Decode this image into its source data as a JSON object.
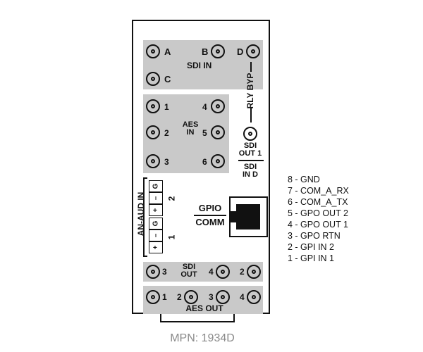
{
  "sdi_in": {
    "title": "SDI IN",
    "connectors": {
      "a": "A",
      "b": "B",
      "c": "C",
      "d": "D"
    }
  },
  "relay_bypass": "RLY BYP",
  "aes_in": {
    "title_line1": "AES",
    "title_line2": "IN",
    "connectors": [
      "1",
      "2",
      "3",
      "4",
      "5",
      "6"
    ]
  },
  "sdi_out1": {
    "line1": "SDI",
    "line2": "OUT 1"
  },
  "sdi_in_d": {
    "line1": "SDI",
    "line2": "IN D"
  },
  "analog_audio_in": {
    "label": "AN-AUD IN",
    "terminals": [
      "G",
      "–",
      "+",
      "G",
      "–",
      "+"
    ],
    "group_labels": [
      "2",
      "1"
    ]
  },
  "gpio": {
    "title": "GPIO",
    "subtitle": "COMM"
  },
  "pinout": [
    "8 - GND",
    "7 - COM_A_RX",
    "6 - COM_A_TX",
    "5 - GPO OUT 2",
    "4 - GPO OUT 1",
    "3 - GPO RTN",
    "2 - GPI IN 2",
    "1 - GPI IN 1"
  ],
  "sdi_out": {
    "title_line1": "SDI",
    "title_line2": "OUT",
    "connectors": [
      "3",
      "4",
      "2"
    ]
  },
  "aes_out": {
    "title": "AES OUT",
    "connectors": [
      "1",
      "2",
      "3",
      "4"
    ]
  },
  "mpn": "MPN: 1934D",
  "colors": {
    "panel_fill": "#c9c9c9",
    "outline": "#111111",
    "mpn_text": "#8a8a8a"
  }
}
